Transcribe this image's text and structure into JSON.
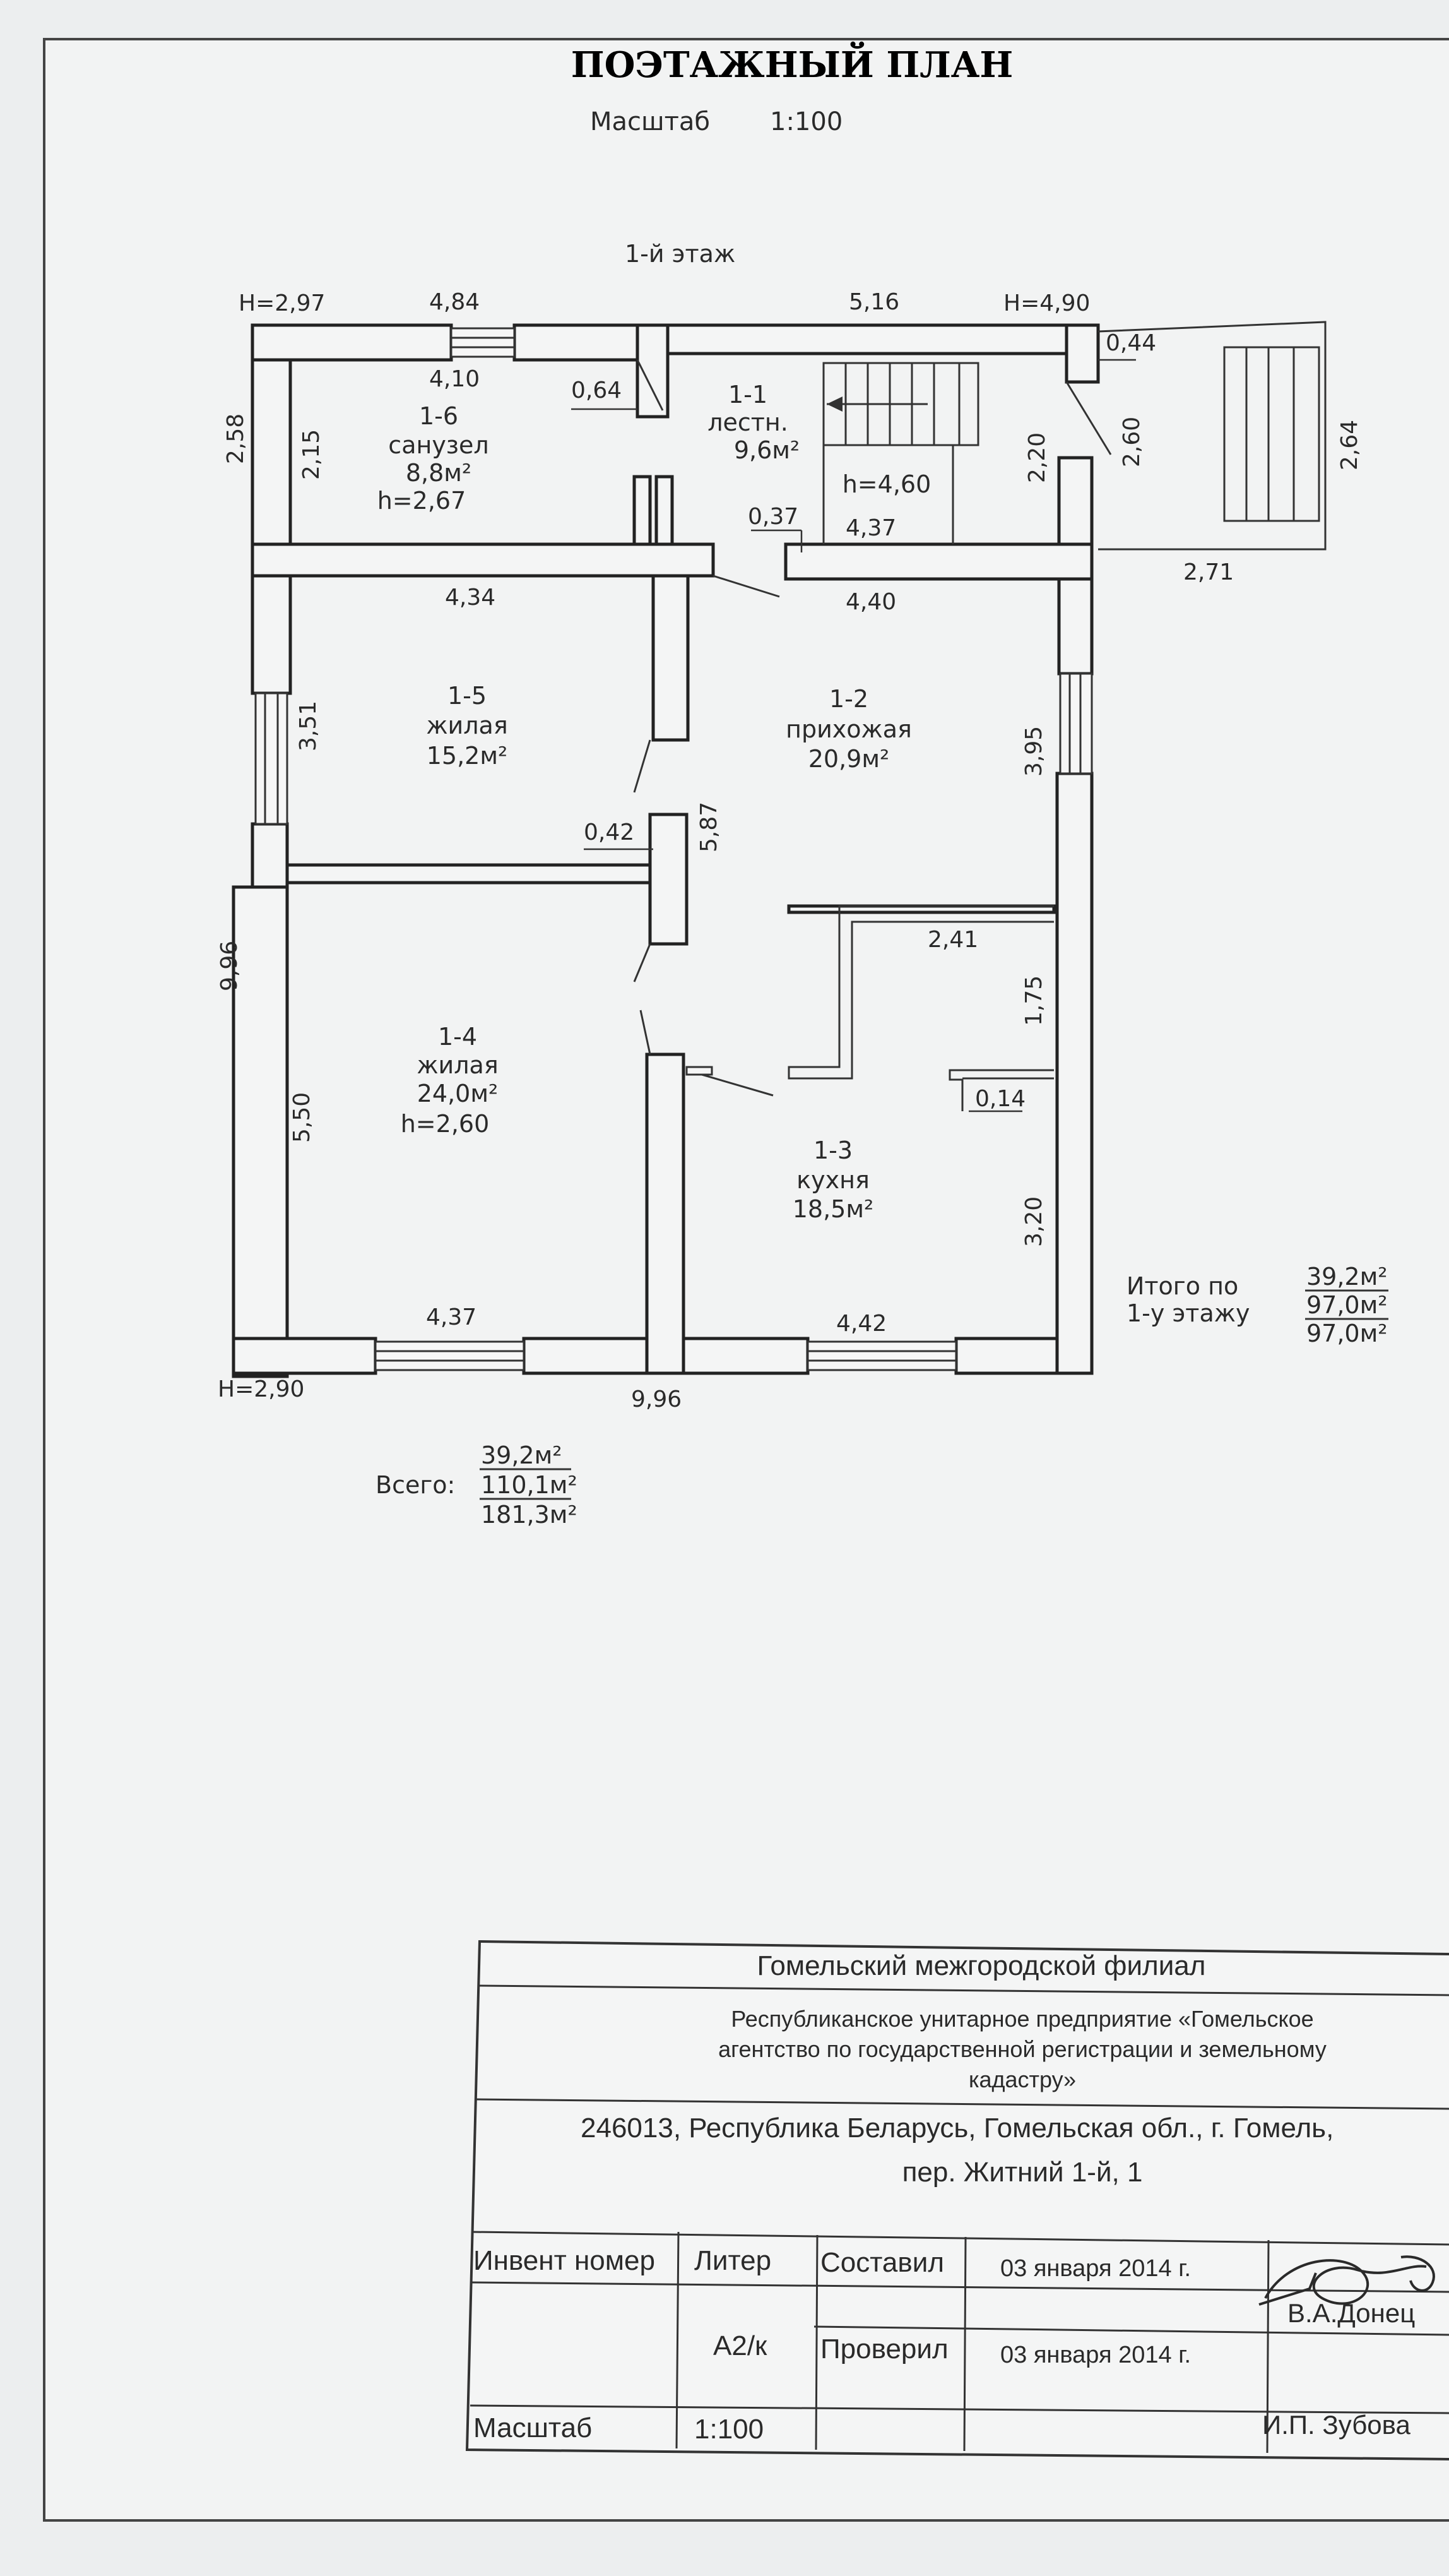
{
  "header": {
    "title": "ПОЭТАЖНЫЙ ПЛАН",
    "scale_label": "Масштаб",
    "scale_value": "1:100",
    "floor_label": "1-й этаж"
  },
  "rooms": [
    {
      "id": "1-6",
      "type": "санузел",
      "area": "8,8м²",
      "height": "h=2,67"
    },
    {
      "id": "1-1",
      "type": "лестн.",
      "area": "9,6м²",
      "height": "h=4,60"
    },
    {
      "id": "1-5",
      "type": "жилая",
      "area": "15,2м²"
    },
    {
      "id": "1-2",
      "type": "прихожая",
      "area": "20,9м²"
    },
    {
      "id": "1-4",
      "type": "жилая",
      "area": "24,0м²",
      "height": "h=2,60"
    },
    {
      "id": "1-3",
      "type": "кухня",
      "area": "18,5м²"
    }
  ],
  "heights": {
    "top_left": "H=2,97",
    "top_right": "H=4,90",
    "bottom_left": "H=2,90"
  },
  "dimensions": {
    "d484": "4,84",
    "d516": "5,16",
    "d044": "0,44",
    "d258": "2,58",
    "d410": "4,10",
    "d064": "0,64",
    "d215": "2,15",
    "d220": "2,20",
    "d260": "2,60",
    "d264": "2,64",
    "d271": "2,71",
    "d037": "0,37",
    "d437a": "4,37",
    "d434": "4,34",
    "d440": "4,40",
    "d351": "3,51",
    "d395": "3,95",
    "d042": "0,42",
    "d587": "5,87",
    "d996a": "9,96",
    "d241": "2,41",
    "d175": "1,75",
    "d550": "5,50",
    "d014": "0,14",
    "d320": "3,20",
    "d437b": "4,37",
    "d442": "4,42",
    "d996b": "9,96"
  },
  "floor_totals": {
    "label_1": "Итого по",
    "label_2": "1-у этажу",
    "v1": "39,2м²",
    "v2": "97,0м²",
    "v3": "97,0м²"
  },
  "grand_totals": {
    "label": "Всего:",
    "v1": "39,2м²",
    "v2": "110,1м²",
    "v3": "181,3м²"
  },
  "stamp": {
    "branch": "Гомельский межгородской филиал",
    "org_line1": "Республиканское унитарное предприятие «Гомельское",
    "org_line2": "агентство по государственной регистрации и земельному",
    "org_line3": "кадастру»",
    "address_line1": "246013, Республика Беларусь, Гомельская обл., г. Гомель,",
    "address_line2": "пер. Житний 1-й, 1",
    "inv_label": "Инвент номер",
    "liter_label": "Литер",
    "liter_value": "А2/к",
    "compiled_label": "Составил",
    "compiled_date": "03 января 2014 г.",
    "compiled_name": "В.А.Донец",
    "checked_label": "Проверил",
    "checked_date": "03 января 2014 г.",
    "checked_name": "И.П. Зубова",
    "scale_label": "Масштаб",
    "scale_value": "1:100"
  }
}
